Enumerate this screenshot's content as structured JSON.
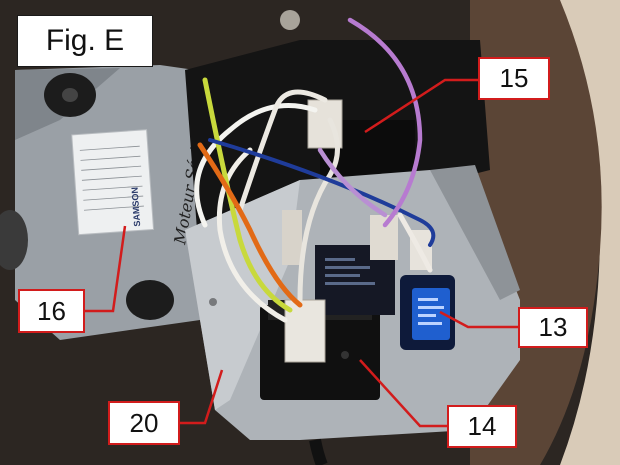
{
  "figure": {
    "label": "Fig. E"
  },
  "photo": {
    "label_plate": {
      "handwriting": "Moteur Série",
      "stamp": "SAMSON"
    }
  },
  "callouts": [
    {
      "id": "15",
      "text": "15"
    },
    {
      "id": "16",
      "text": "16"
    },
    {
      "id": "13",
      "text": "13"
    },
    {
      "id": "20",
      "text": "20"
    },
    {
      "id": "14",
      "text": "14"
    }
  ],
  "colors": {
    "callout_border": "#d21c1c",
    "leader_line": "#d21c1c",
    "wire_orange": "#e26a16",
    "wire_purple": "#b77bd0",
    "wire_blue": "#1f3c9a",
    "wire_green_yellow": "#c8d93c",
    "capacitor_blue": "#1f5fcf"
  }
}
